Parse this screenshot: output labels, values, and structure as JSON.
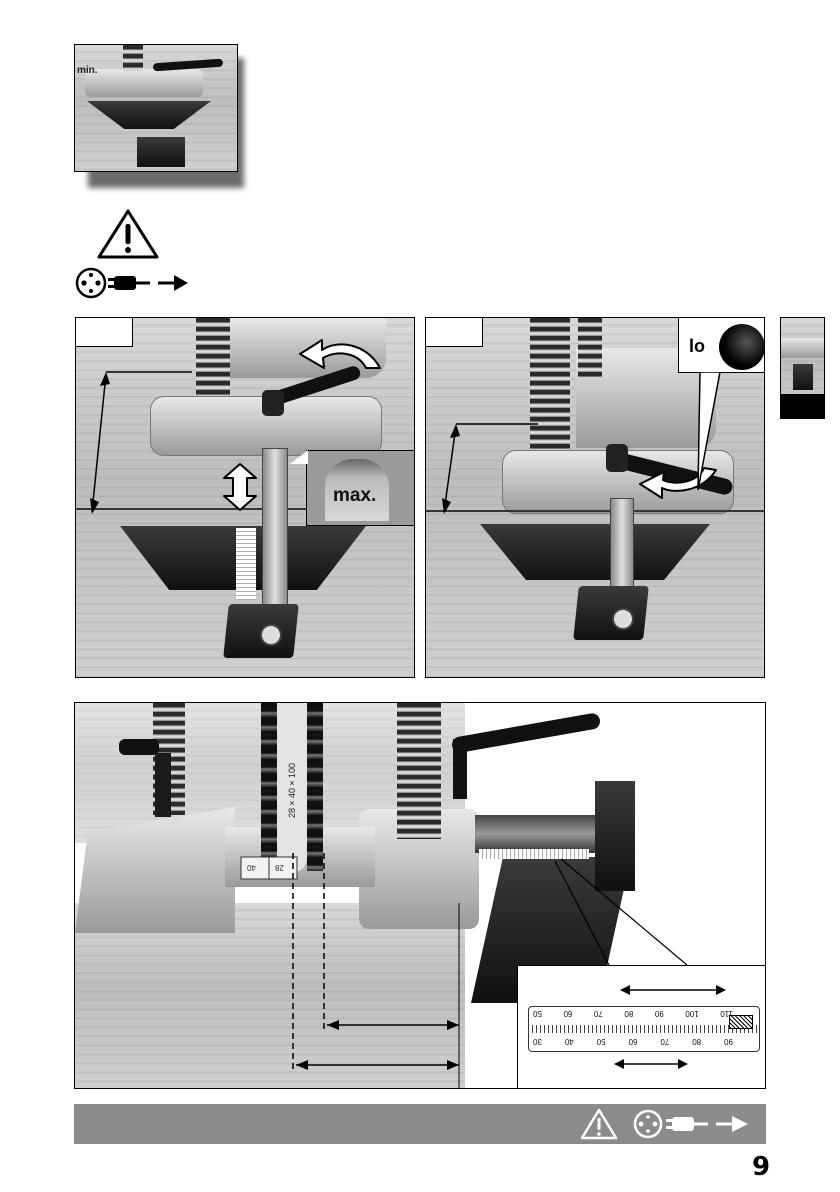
{
  "figure_top_left": {
    "label": "min."
  },
  "warning": {
    "icon": "warning-triangle-icon",
    "plug_icon": "unplug-icon"
  },
  "fig_b": {
    "inset_label": "max."
  },
  "fig_c": {
    "badge_icon": "knob-icon",
    "badge_text": "lo"
  },
  "fig_d": {
    "chain_label": "28×40×100",
    "scale_numbers_top": [
      "110",
      "100",
      "90",
      "80",
      "70",
      "60",
      "50"
    ],
    "scale_numbers_bottom": [
      "90",
      "80",
      "70",
      "60",
      "50",
      "40",
      "30"
    ],
    "bracket_labels": [
      "40",
      "28"
    ]
  },
  "footer": {
    "warning_icon": "warning-triangle-icon",
    "plug_icon": "unplug-icon"
  },
  "page": {
    "number": "9"
  }
}
